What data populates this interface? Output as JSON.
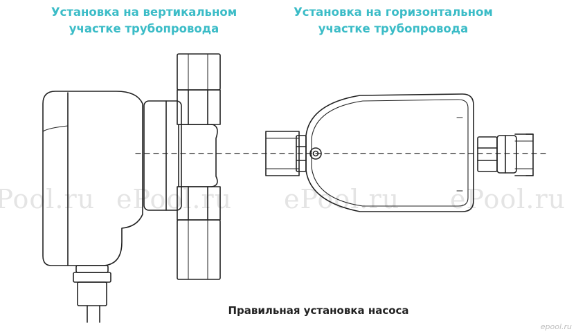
{
  "headings": {
    "vertical": [
      "Установка на вертикальном",
      "участке трубопровода"
    ],
    "horizontal": [
      "Установка на горизонтальном",
      "участке трубопровода"
    ]
  },
  "caption": "Правильная установка насоса",
  "watermarks": [
    "ePool.ru",
    "ePool.ru",
    "ePool.ru",
    "ePool.ru"
  ],
  "corner_mark": "epool.ru",
  "colors": {
    "heading": "#3bbcc7",
    "line": "#222222",
    "watermark": "#e4e4e4"
  }
}
